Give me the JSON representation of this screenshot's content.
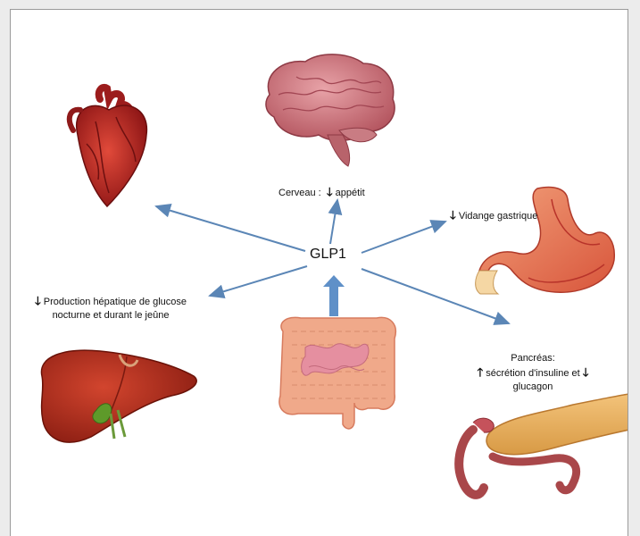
{
  "hub": {
    "label": "GLP1"
  },
  "brain": {
    "organ": "Cerveau",
    "separator": ":",
    "arrow": "down",
    "effect": "appétit"
  },
  "stomach": {
    "arrow": "down",
    "effect": "Vidange gastrique"
  },
  "liver": {
    "arrow": "down",
    "line1": "Production hépatique de glucose",
    "line2": "nocturne et durant le jeûne"
  },
  "pancreas": {
    "title": "Pancréas:",
    "up_arrow": "up",
    "line2_text": "sécrétion d'insuline et",
    "down_arrow": "down",
    "line3": "glucagon"
  },
  "colors": {
    "arrow": "#5b86b6",
    "arrow_thick": "#5f90c8"
  },
  "icons": [
    "heart-icon",
    "brain-icon",
    "stomach-icon",
    "liver-icon",
    "intestine-icon",
    "pancreas-icon"
  ]
}
